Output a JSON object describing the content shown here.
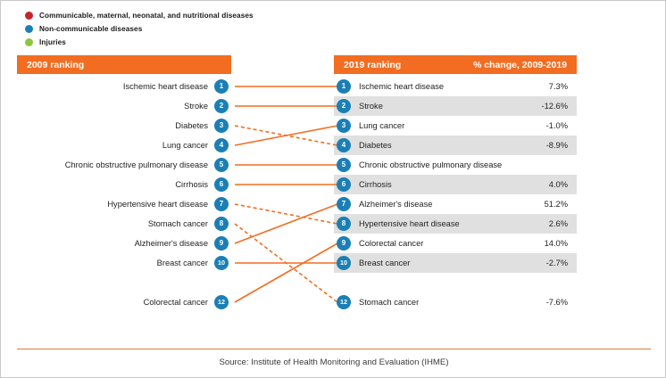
{
  "legend": {
    "items": [
      {
        "label": "Communicable, maternal, neonatal, and nutritional diseases",
        "color": "#c8232c",
        "icon": "legend-dot-icon"
      },
      {
        "label": "Non-communicable diseases",
        "color": "#1b7fb5",
        "icon": "legend-dot-icon"
      },
      {
        "label": "Injuries",
        "color": "#8cc63f",
        "icon": "legend-dot-icon"
      }
    ]
  },
  "left_panel": {
    "header": "2009 ranking",
    "rows": [
      {
        "rank": "1",
        "label": "Ischemic heart disease"
      },
      {
        "rank": "2",
        "label": "Stroke"
      },
      {
        "rank": "3",
        "label": "Diabetes"
      },
      {
        "rank": "4",
        "label": "Lung cancer"
      },
      {
        "rank": "5",
        "label": "Chronic obstructive pulmonary disease"
      },
      {
        "rank": "6",
        "label": "Cirrhosis"
      },
      {
        "rank": "7",
        "label": "Hypertensive heart disease"
      },
      {
        "rank": "8",
        "label": "Stomach cancer"
      },
      {
        "rank": "9",
        "label": "Alzheimer's disease"
      },
      {
        "rank": "10",
        "label": "Breast cancer"
      },
      {
        "rank": "",
        "label": ""
      },
      {
        "rank": "12",
        "label": "Colorectal cancer"
      }
    ]
  },
  "right_panel": {
    "header": "2019 ranking",
    "change_header": "% change, 2009-2019",
    "rows": [
      {
        "rank": "1",
        "label": "Ischemic heart disease",
        "change": "7.3%"
      },
      {
        "rank": "2",
        "label": "Stroke",
        "change": "-12.6%"
      },
      {
        "rank": "3",
        "label": "Lung cancer",
        "change": "-1.0%"
      },
      {
        "rank": "4",
        "label": "Diabetes",
        "change": "-8.9%"
      },
      {
        "rank": "5",
        "label": "Chronic obstructive pulmonary disease",
        "change": ""
      },
      {
        "rank": "6",
        "label": "Cirrhosis",
        "change": "4.0%"
      },
      {
        "rank": "7",
        "label": "Alzheimer's disease",
        "change": "51.2%"
      },
      {
        "rank": "8",
        "label": "Hypertensive heart disease",
        "change": "2.6%"
      },
      {
        "rank": "9",
        "label": "Colorectal cancer",
        "change": "14.0%"
      },
      {
        "rank": "10",
        "label": "Breast cancer",
        "change": "-2.7%"
      },
      {
        "rank": "",
        "label": "",
        "change": ""
      },
      {
        "rank": "12",
        "label": "Stomach cancer",
        "change": "-7.6%"
      }
    ]
  },
  "connectors": [
    {
      "from": 1,
      "to": 1,
      "style": "solid"
    },
    {
      "from": 2,
      "to": 2,
      "style": "solid"
    },
    {
      "from": 3,
      "to": 4,
      "style": "dashed"
    },
    {
      "from": 4,
      "to": 3,
      "style": "solid"
    },
    {
      "from": 5,
      "to": 5,
      "style": "solid"
    },
    {
      "from": 6,
      "to": 6,
      "style": "solid"
    },
    {
      "from": 7,
      "to": 8,
      "style": "dashed"
    },
    {
      "from": 8,
      "to": 12,
      "style": "dashed"
    },
    {
      "from": 9,
      "to": 7,
      "style": "solid"
    },
    {
      "from": 10,
      "to": 10,
      "style": "solid"
    },
    {
      "from": 12,
      "to": 9,
      "style": "solid"
    }
  ],
  "footer": {
    "source": "Source: Institute of Health Monitoring and Evaluation (IHME)"
  },
  "colors": {
    "orange": "#f26d21",
    "blue": "#1b7fb5",
    "band": "#e0e0e0",
    "rule": "#e07b39"
  },
  "chart_data": {
    "type": "table",
    "title": "Ranking change 2009-2019",
    "categories": [
      "Ischemic heart disease",
      "Stroke",
      "Lung cancer",
      "Diabetes",
      "Chronic obstructive pulmonary disease",
      "Cirrhosis",
      "Alzheimer's disease",
      "Hypertensive heart disease",
      "Colorectal cancer",
      "Breast cancer",
      "Stomach cancer"
    ],
    "series": [
      {
        "name": "2009 rank",
        "values": [
          1,
          2,
          4,
          3,
          5,
          6,
          9,
          7,
          12,
          10,
          8
        ]
      },
      {
        "name": "2019 rank",
        "values": [
          1,
          2,
          3,
          4,
          5,
          6,
          7,
          8,
          9,
          10,
          12
        ]
      },
      {
        "name": "% change, 2009-2019",
        "values": [
          7.3,
          -12.6,
          -1.0,
          -8.9,
          null,
          4.0,
          51.2,
          2.6,
          14.0,
          -2.7,
          -7.6
        ]
      }
    ],
    "xlabel": "",
    "ylabel": "Rank",
    "legend": [
      "Communicable, maternal, neonatal, and nutritional diseases",
      "Non-communicable diseases",
      "Injuries"
    ]
  }
}
